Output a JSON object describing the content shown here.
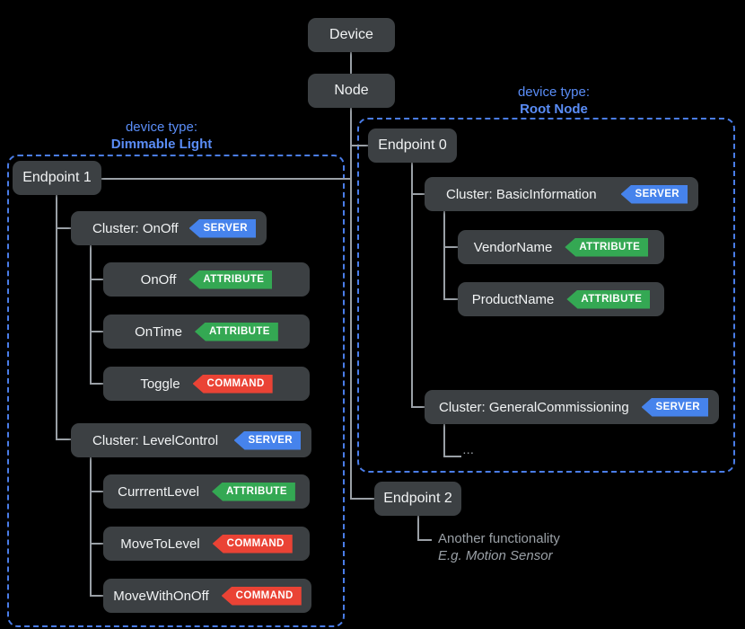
{
  "groups": {
    "dimmable_light": {
      "line1": "device type:",
      "line2": "Dimmable Light"
    },
    "root_node": {
      "line1": "device type:",
      "line2": "Root Node"
    }
  },
  "boxes": {
    "device": {
      "label": "Device"
    },
    "node": {
      "label": "Node"
    },
    "endpoint0": {
      "label": "Endpoint 0"
    },
    "endpoint1": {
      "label": "Endpoint 1"
    },
    "endpoint2": {
      "label": "Endpoint 2"
    },
    "cluster_basic_information": {
      "label": "Cluster: BasicInformation",
      "badge": "SERVER"
    },
    "vendor_name": {
      "label": "VendorName",
      "badge": "ATTRIBUTE"
    },
    "product_name": {
      "label": "ProductName",
      "badge": "ATTRIBUTE"
    },
    "cluster_general_commissioning": {
      "label": "Cluster: GeneralCommissioning",
      "badge": "SERVER"
    },
    "cluster_onoff": {
      "label": "Cluster: OnOff",
      "badge": "SERVER"
    },
    "onoff": {
      "label": "OnOff",
      "badge": "ATTRIBUTE"
    },
    "ontime": {
      "label": "OnTime",
      "badge": "ATTRIBUTE"
    },
    "toggle": {
      "label": "Toggle",
      "badge": "COMMAND"
    },
    "cluster_level_control": {
      "label": "Cluster: LevelControl",
      "badge": "SERVER"
    },
    "currrent_level": {
      "label": "CurrrentLevel",
      "badge": "ATTRIBUTE"
    },
    "move_to_level": {
      "label": "MoveToLevel",
      "badge": "COMMAND"
    },
    "move_with_onoff": {
      "label": "MoveWithOnOff",
      "badge": "COMMAND"
    }
  },
  "ellipsis": "...",
  "note": {
    "line1": "Another functionality",
    "line2": "E.g. Motion Sensor"
  },
  "colors": {
    "background": "#000000",
    "box_fill": "#3c4043",
    "box_text": "#f1f3f4",
    "connector_line": "#9aa0a6",
    "server_badge": "#4683ec",
    "attribute_badge": "#34a853",
    "command_badge": "#ea4335",
    "group_border": "#4a7de8",
    "group_label_text": "#5a8df7",
    "note_text": "#9aa0a6"
  }
}
